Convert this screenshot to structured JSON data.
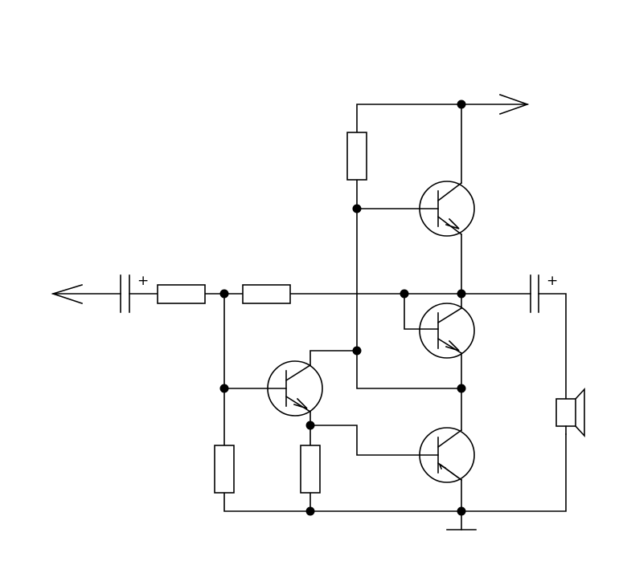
{
  "diagram": {
    "colors": {
      "line": "#000000",
      "background": "#ffffff"
    },
    "components": [
      {
        "id": "C1",
        "kind": "capacitor-electrolytic",
        "marking": "+"
      },
      {
        "id": "C2",
        "kind": "capacitor-electrolytic",
        "marking": "+"
      },
      {
        "id": "R1",
        "kind": "resistor"
      },
      {
        "id": "R2",
        "kind": "resistor"
      },
      {
        "id": "R3",
        "kind": "resistor"
      },
      {
        "id": "R4",
        "kind": "resistor"
      },
      {
        "id": "R5",
        "kind": "resistor"
      },
      {
        "id": "Q1",
        "kind": "transistor-npn"
      },
      {
        "id": "Q2",
        "kind": "transistor-npn"
      },
      {
        "id": "Q3",
        "kind": "transistor-pnp"
      },
      {
        "id": "Q4",
        "kind": "transistor-npn"
      },
      {
        "id": "LS1",
        "kind": "speaker",
        "icon": "speaker-icon"
      },
      {
        "id": "IN",
        "kind": "input-terminal",
        "icon": "arrow-left-icon"
      },
      {
        "id": "VCC",
        "kind": "supply-terminal",
        "icon": "arrow-right-icon"
      },
      {
        "id": "GND",
        "kind": "ground",
        "icon": "ground-icon"
      }
    ]
  }
}
